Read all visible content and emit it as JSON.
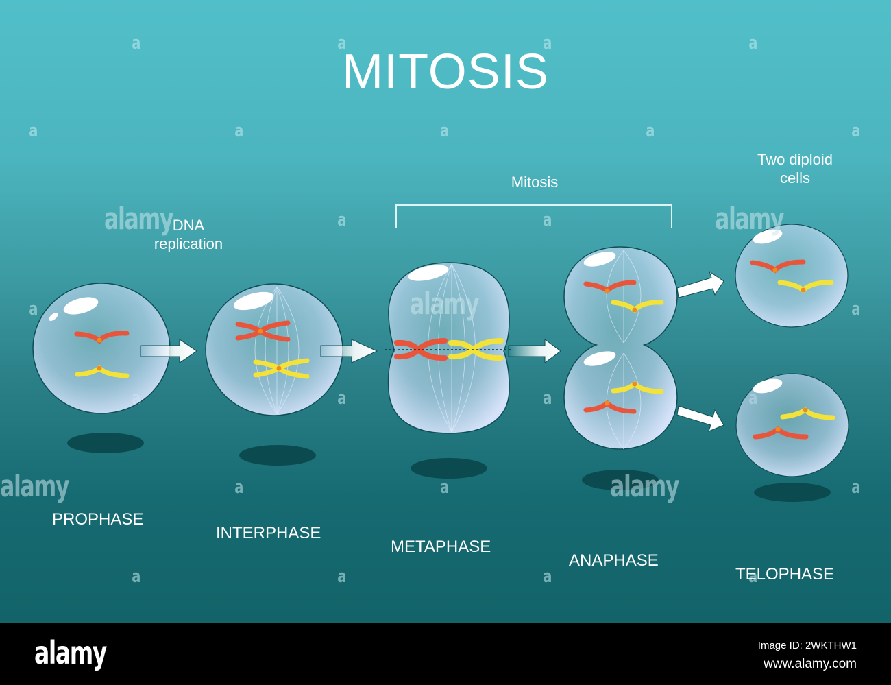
{
  "diagram": {
    "title": "MITOSIS",
    "bracket_label": "Mitosis",
    "annotations": {
      "dna_replication_line1": "DNA",
      "dna_replication_line2": "replication",
      "two_diploid_line1": "Two diploid",
      "two_diploid_line2": "cells"
    },
    "stages": [
      {
        "label": "PROPHASE"
      },
      {
        "label": "INTERPHASE"
      },
      {
        "label": "METAPHASE"
      },
      {
        "label": "ANAPHASE"
      },
      {
        "label": "TELOPHASE"
      }
    ],
    "colors": {
      "background_top": "#51bfc9",
      "background_bottom": "#126469",
      "chromosome_red": "#e8553a",
      "chromosome_yellow": "#f2e23a",
      "centromere": "#f08a1a",
      "cell_fill": "#c9dcf5",
      "shadow": "#0b4b50"
    }
  },
  "watermark": {
    "word": "alamy",
    "letter": "a"
  },
  "footer": {
    "logo": "alamy",
    "image_id": "Image ID: 2WKTHW1",
    "url": "www.alamy.com"
  }
}
